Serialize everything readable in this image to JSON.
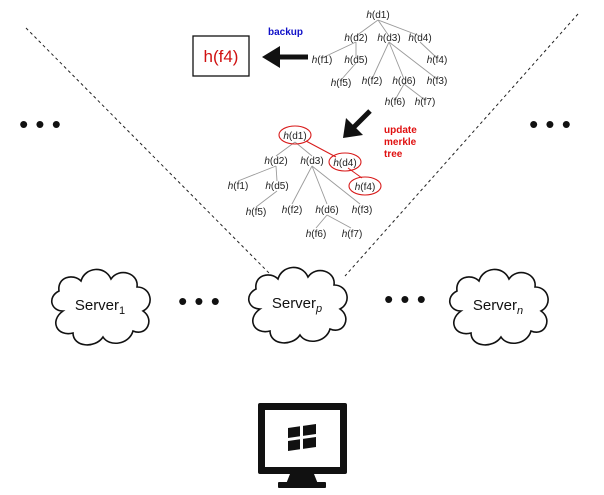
{
  "backup_label": "backup",
  "update_label": [
    "update",
    "merkle",
    "tree"
  ],
  "backup_box": "h(f4)",
  "tree_top": {
    "nodes": [
      "h(d1)",
      "h(d2)",
      "h(d3)",
      "h(d4)",
      "h(f1)",
      "h(d5)",
      "h(f2)",
      "h(d6)",
      "h(f3)",
      "h(f4)",
      "h(f5)",
      "h(f6)",
      "h(f7)"
    ]
  },
  "tree_bottom": {
    "nodes": [
      "h(d1)",
      "h(d2)",
      "h(d3)",
      "h(d4)",
      "h(f1)",
      "h(d5)",
      "h(f2)",
      "h(d6)",
      "h(f3)",
      "h(f4)",
      "h(f5)",
      "h(f6)",
      "h(f7)"
    ],
    "highlighted": [
      "h(d1)",
      "h(d4)",
      "h(f4)"
    ]
  },
  "servers": [
    {
      "name": "Server",
      "sub": "1"
    },
    {
      "name": "Server",
      "sub": "p"
    },
    {
      "name": "Server",
      "sub": "n"
    }
  ],
  "ellipsis": "• • •",
  "colors": {
    "blue": "#1010c8",
    "red": "#e01010",
    "gray_edge": "#9a9a9a"
  },
  "icons": [
    "left-arrow-icon",
    "down-left-arrow-icon",
    "cloud-icon",
    "computer-monitor-icon",
    "windows-logo-icon"
  ]
}
